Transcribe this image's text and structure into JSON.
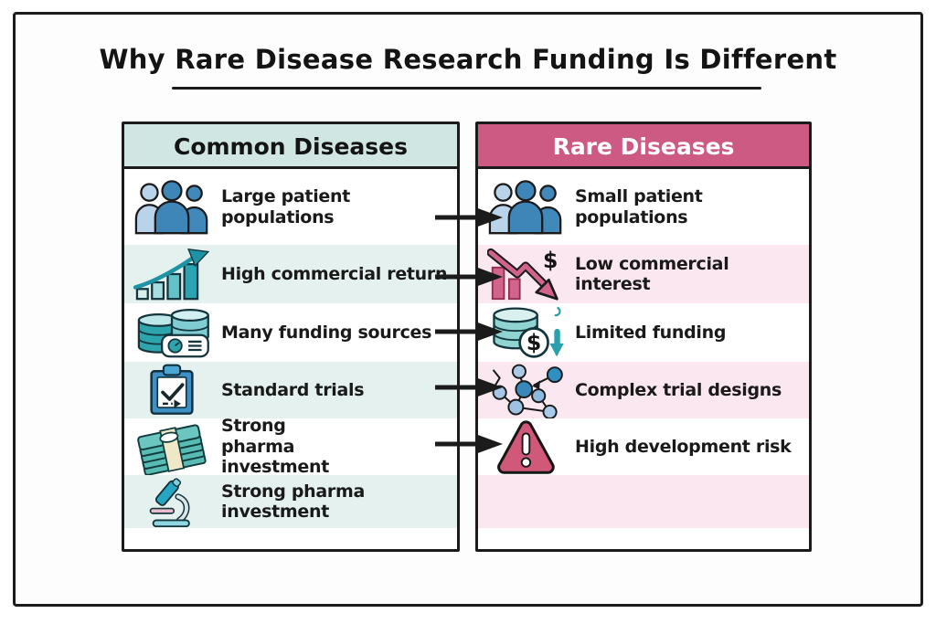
{
  "title": "Why Rare Disease Research Funding Is Different",
  "columns": {
    "common": {
      "header": "Common Diseases",
      "header_bg": "#cfe6e2",
      "stripe_bg": "#e5f1ef",
      "rows": [
        {
          "label": "Large patient populations",
          "icon": "people-group-icon"
        },
        {
          "label": "High commercial return",
          "icon": "growth-chart-icon"
        },
        {
          "label": "Many funding sources",
          "icon": "coin-stacks-icon"
        },
        {
          "label": "Standard trials",
          "icon": "clipboard-check-icon"
        },
        {
          "label": "Strong pharma investment",
          "icon": "cash-stack-icon"
        },
        {
          "label": "Strong pharma investment",
          "icon": "microscope-icon"
        }
      ]
    },
    "rare": {
      "header": "Rare Diseases",
      "header_bg": "#cd5a82",
      "stripe_bg": "#fae7f0",
      "rows": [
        {
          "label": "Small patient populations",
          "icon": "people-group-icon"
        },
        {
          "label": "Low commercial interest",
          "icon": "decline-chart-icon"
        },
        {
          "label": "Limited funding",
          "icon": "limited-funding-icon"
        },
        {
          "label": "Complex trial designs",
          "icon": "network-icon"
        },
        {
          "label": "High development risk",
          "icon": "warning-triangle-icon"
        },
        {
          "label": "",
          "icon": ""
        }
      ]
    }
  },
  "arrows": {
    "count": 5,
    "direction": "right",
    "color": "#1b1b1b"
  },
  "colors": {
    "frame": "#1b1b1b",
    "teal_icon": "#2da5ad",
    "blue_icon": "#3f86b8",
    "pink_icon": "#d05878",
    "background": "#ffffff"
  }
}
